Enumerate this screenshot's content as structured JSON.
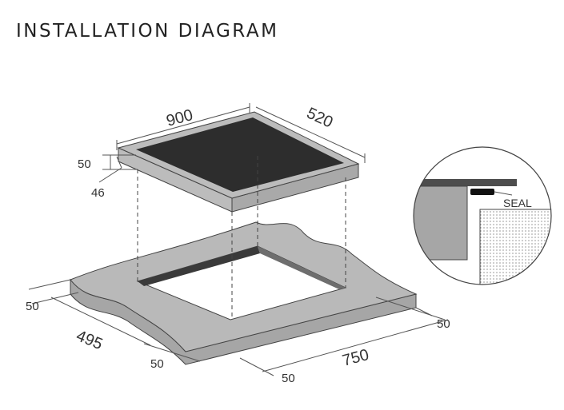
{
  "header": {
    "title": "INSTALLATION DIAGRAM"
  },
  "dimensions": {
    "hob_width": "900",
    "hob_depth": "520",
    "hob_height": "50",
    "hob_body_height": "46",
    "cutout_width": "750",
    "cutout_depth": "495",
    "clearance_front": "50",
    "clearance_left": "50",
    "clearance_right": "50",
    "clearance_back": "50"
  },
  "detail": {
    "seal_label": "SEAL"
  },
  "colors": {
    "glass": "#2d2d2d",
    "frame": "#bcbcbc",
    "worktop": "#b9b9b9",
    "worktop_side": "#a6a6a6",
    "seal": "#111111"
  }
}
